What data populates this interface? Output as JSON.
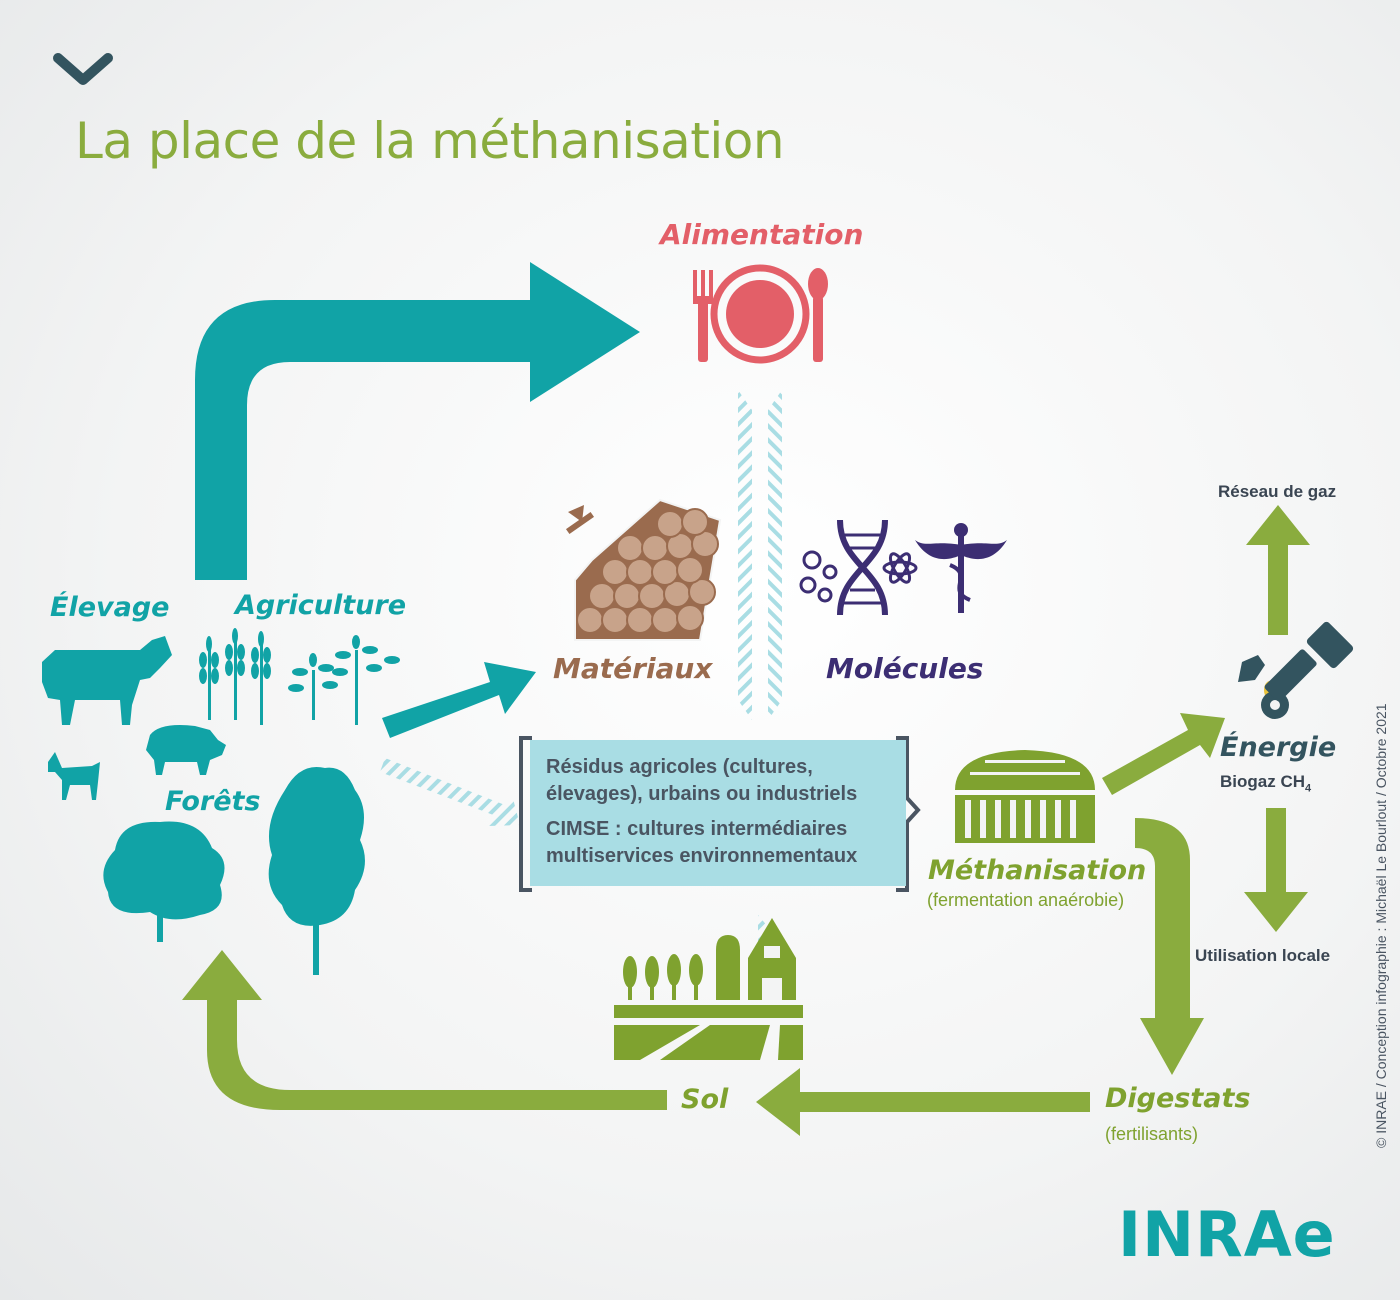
{
  "title": "La place de la méthanisation",
  "colors": {
    "teal": "#11a3a6",
    "green": "#8aac3e",
    "pink": "#e35f68",
    "brown": "#9a6b4e",
    "purple": "#3c2e73",
    "light_blue": "#a9dde4",
    "nav": "#33545f"
  },
  "nav": {
    "icon": "chevron-down-icon"
  },
  "nodes": {
    "alimentation": "Alimentation",
    "materiaux": "Matériaux",
    "molecules": "Molécules",
    "elevage": "Élevage",
    "agriculture": "Agriculture",
    "forets": "Forêts",
    "methanisation": "Méthanisation",
    "methanisation_sub": "(fermentation anaérobie)",
    "energie": "Énergie",
    "biogaz": "Biogaz CH",
    "biogaz_sub": "4",
    "reseau_gaz": "Réseau de gaz",
    "utilisation_locale": "Utilisation locale",
    "digestats": "Digestats",
    "digestats_sub": "(fertilisants)",
    "sol": "Sol"
  },
  "residues_box": {
    "line1": "Résidus agricoles (cultures, élevages), urbains ou industriels",
    "line2": "CIMSE : cultures intermédiaires multiservices environnementaux"
  },
  "credit": "© INRAE / Conception infographie : Michaël Le Bourlout / Octobre 2021",
  "logo": "INRAe"
}
